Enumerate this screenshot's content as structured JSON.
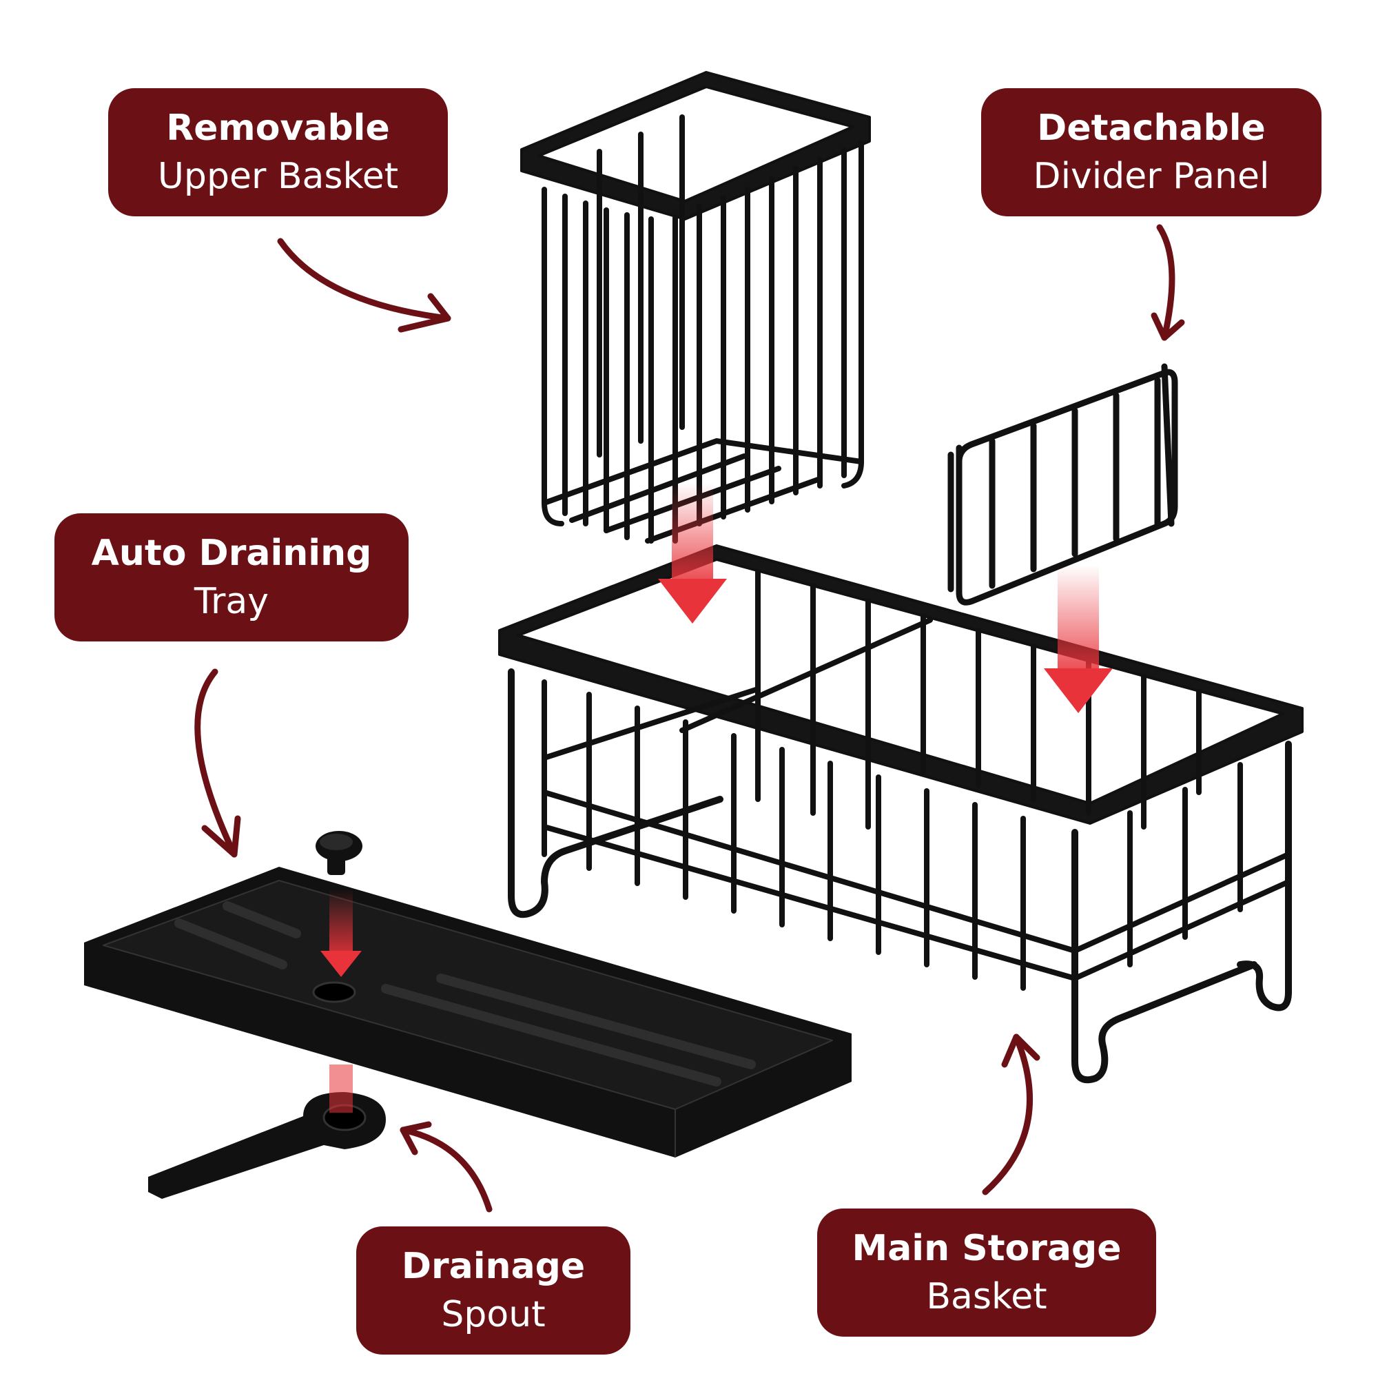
{
  "labels": {
    "upper_basket": {
      "bold": "Removable",
      "regular": "Upper Basket"
    },
    "divider_panel": {
      "bold": "Detachable",
      "regular": "Divider Panel"
    },
    "draining_tray": {
      "bold": "Auto Draining",
      "regular": "Tray"
    },
    "drainage_spout": {
      "bold": "Drainage",
      "regular": "Spout"
    },
    "main_basket": {
      "bold": "Main Storage",
      "regular": "Basket"
    }
  },
  "colors": {
    "label_background": "#6b1115",
    "label_text": "#ffffff",
    "curved_arrow": "#6b1115",
    "assembly_arrow": "#e8333a",
    "product_black": "#111111"
  }
}
